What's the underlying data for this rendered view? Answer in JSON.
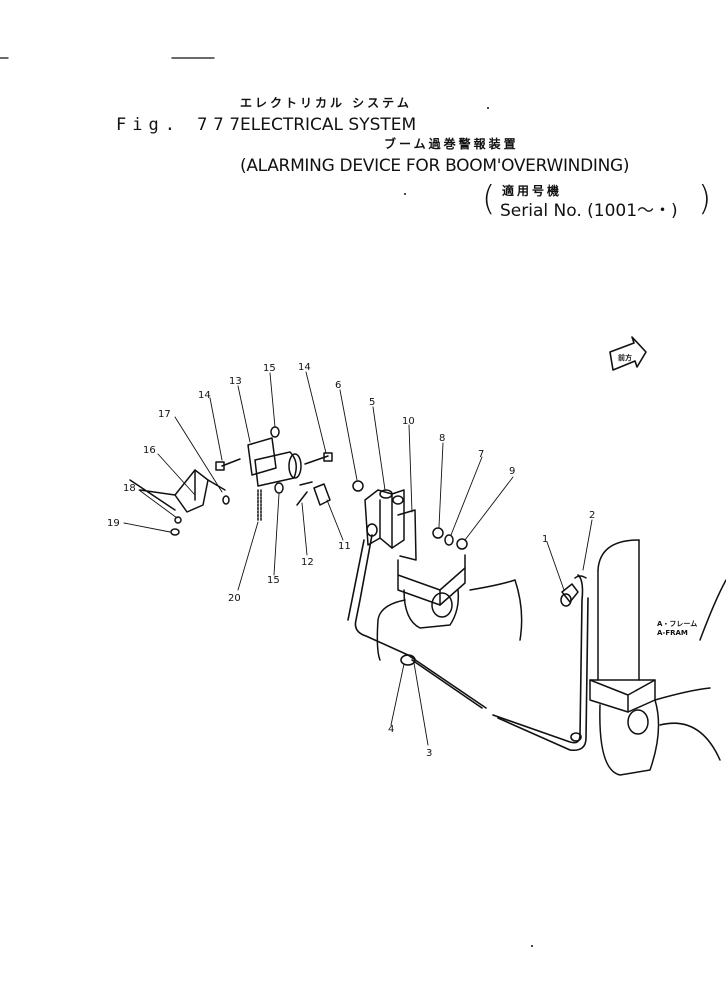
{
  "header": {
    "title_jp": "エレクトリカル システム",
    "figure_label": "Fig. 777",
    "title_en": "ELECTRICAL SYSTEM",
    "subtitle_jp": "ブーム過巻警報装置",
    "subtitle_en": "(ALARMING DEVICE FOR BOOM'OVERWINDING)",
    "applicable_jp": "適用号機",
    "serial": "Serial No. (1001～・)"
  },
  "drawing": {
    "callouts": [
      "1",
      "2",
      "3",
      "4",
      "5",
      "6",
      "7",
      "8",
      "9",
      "10",
      "11",
      "12",
      "13",
      "14",
      "14",
      "15",
      "15",
      "16",
      "17",
      "18",
      "19",
      "20"
    ],
    "frame_label_jp": "A・フレーム",
    "frame_label_en": "A-FRAM",
    "front_marker": "前方"
  }
}
